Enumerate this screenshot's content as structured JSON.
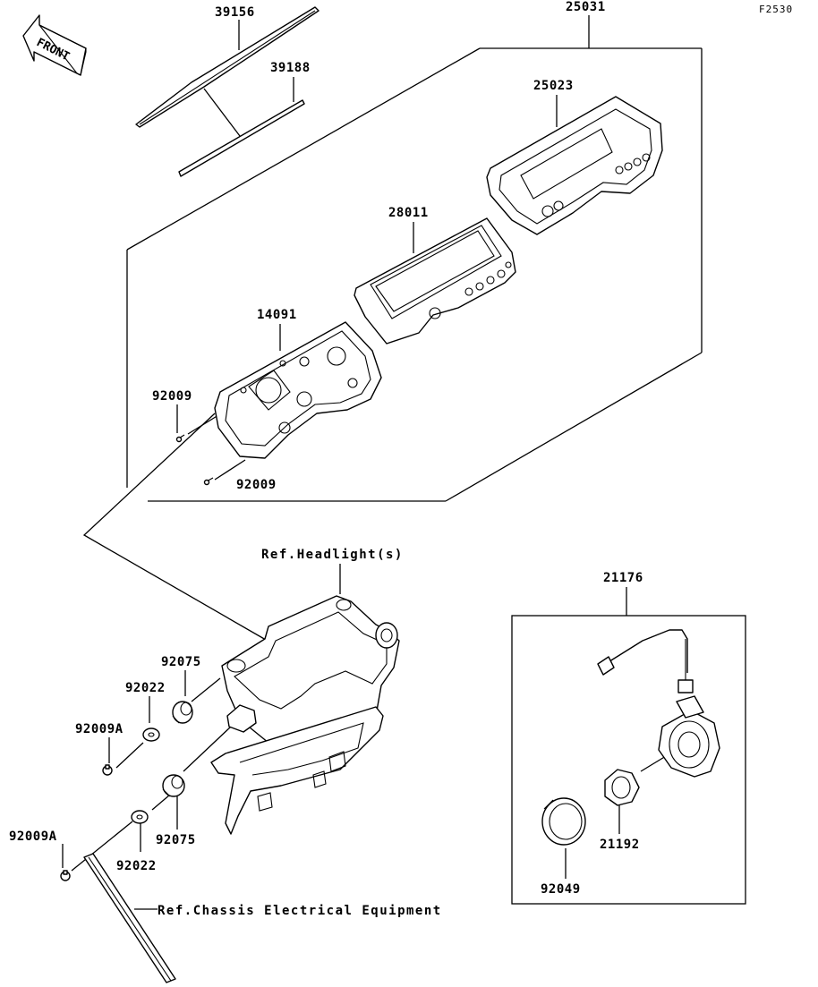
{
  "diagram_code": "F2530",
  "front_label": "FRONT",
  "parts": {
    "p39156": "39156",
    "p39188": "39188",
    "p25031": "25031",
    "p25023": "25023",
    "p28011": "28011",
    "p14091": "14091",
    "p92009_a": "92009",
    "p92009_b": "92009",
    "p92075_a": "92075",
    "p92075_b": "92075",
    "p92022_a": "92022",
    "p92022_b": "92022",
    "p92009A_a": "92009A",
    "p92009A_b": "92009A",
    "p21176": "21176",
    "p21192": "21192",
    "p92049": "92049"
  },
  "refs": {
    "headlight": "Ref.Headlight(s)",
    "chassis": "Ref.Chassis Electrical Equipment"
  }
}
